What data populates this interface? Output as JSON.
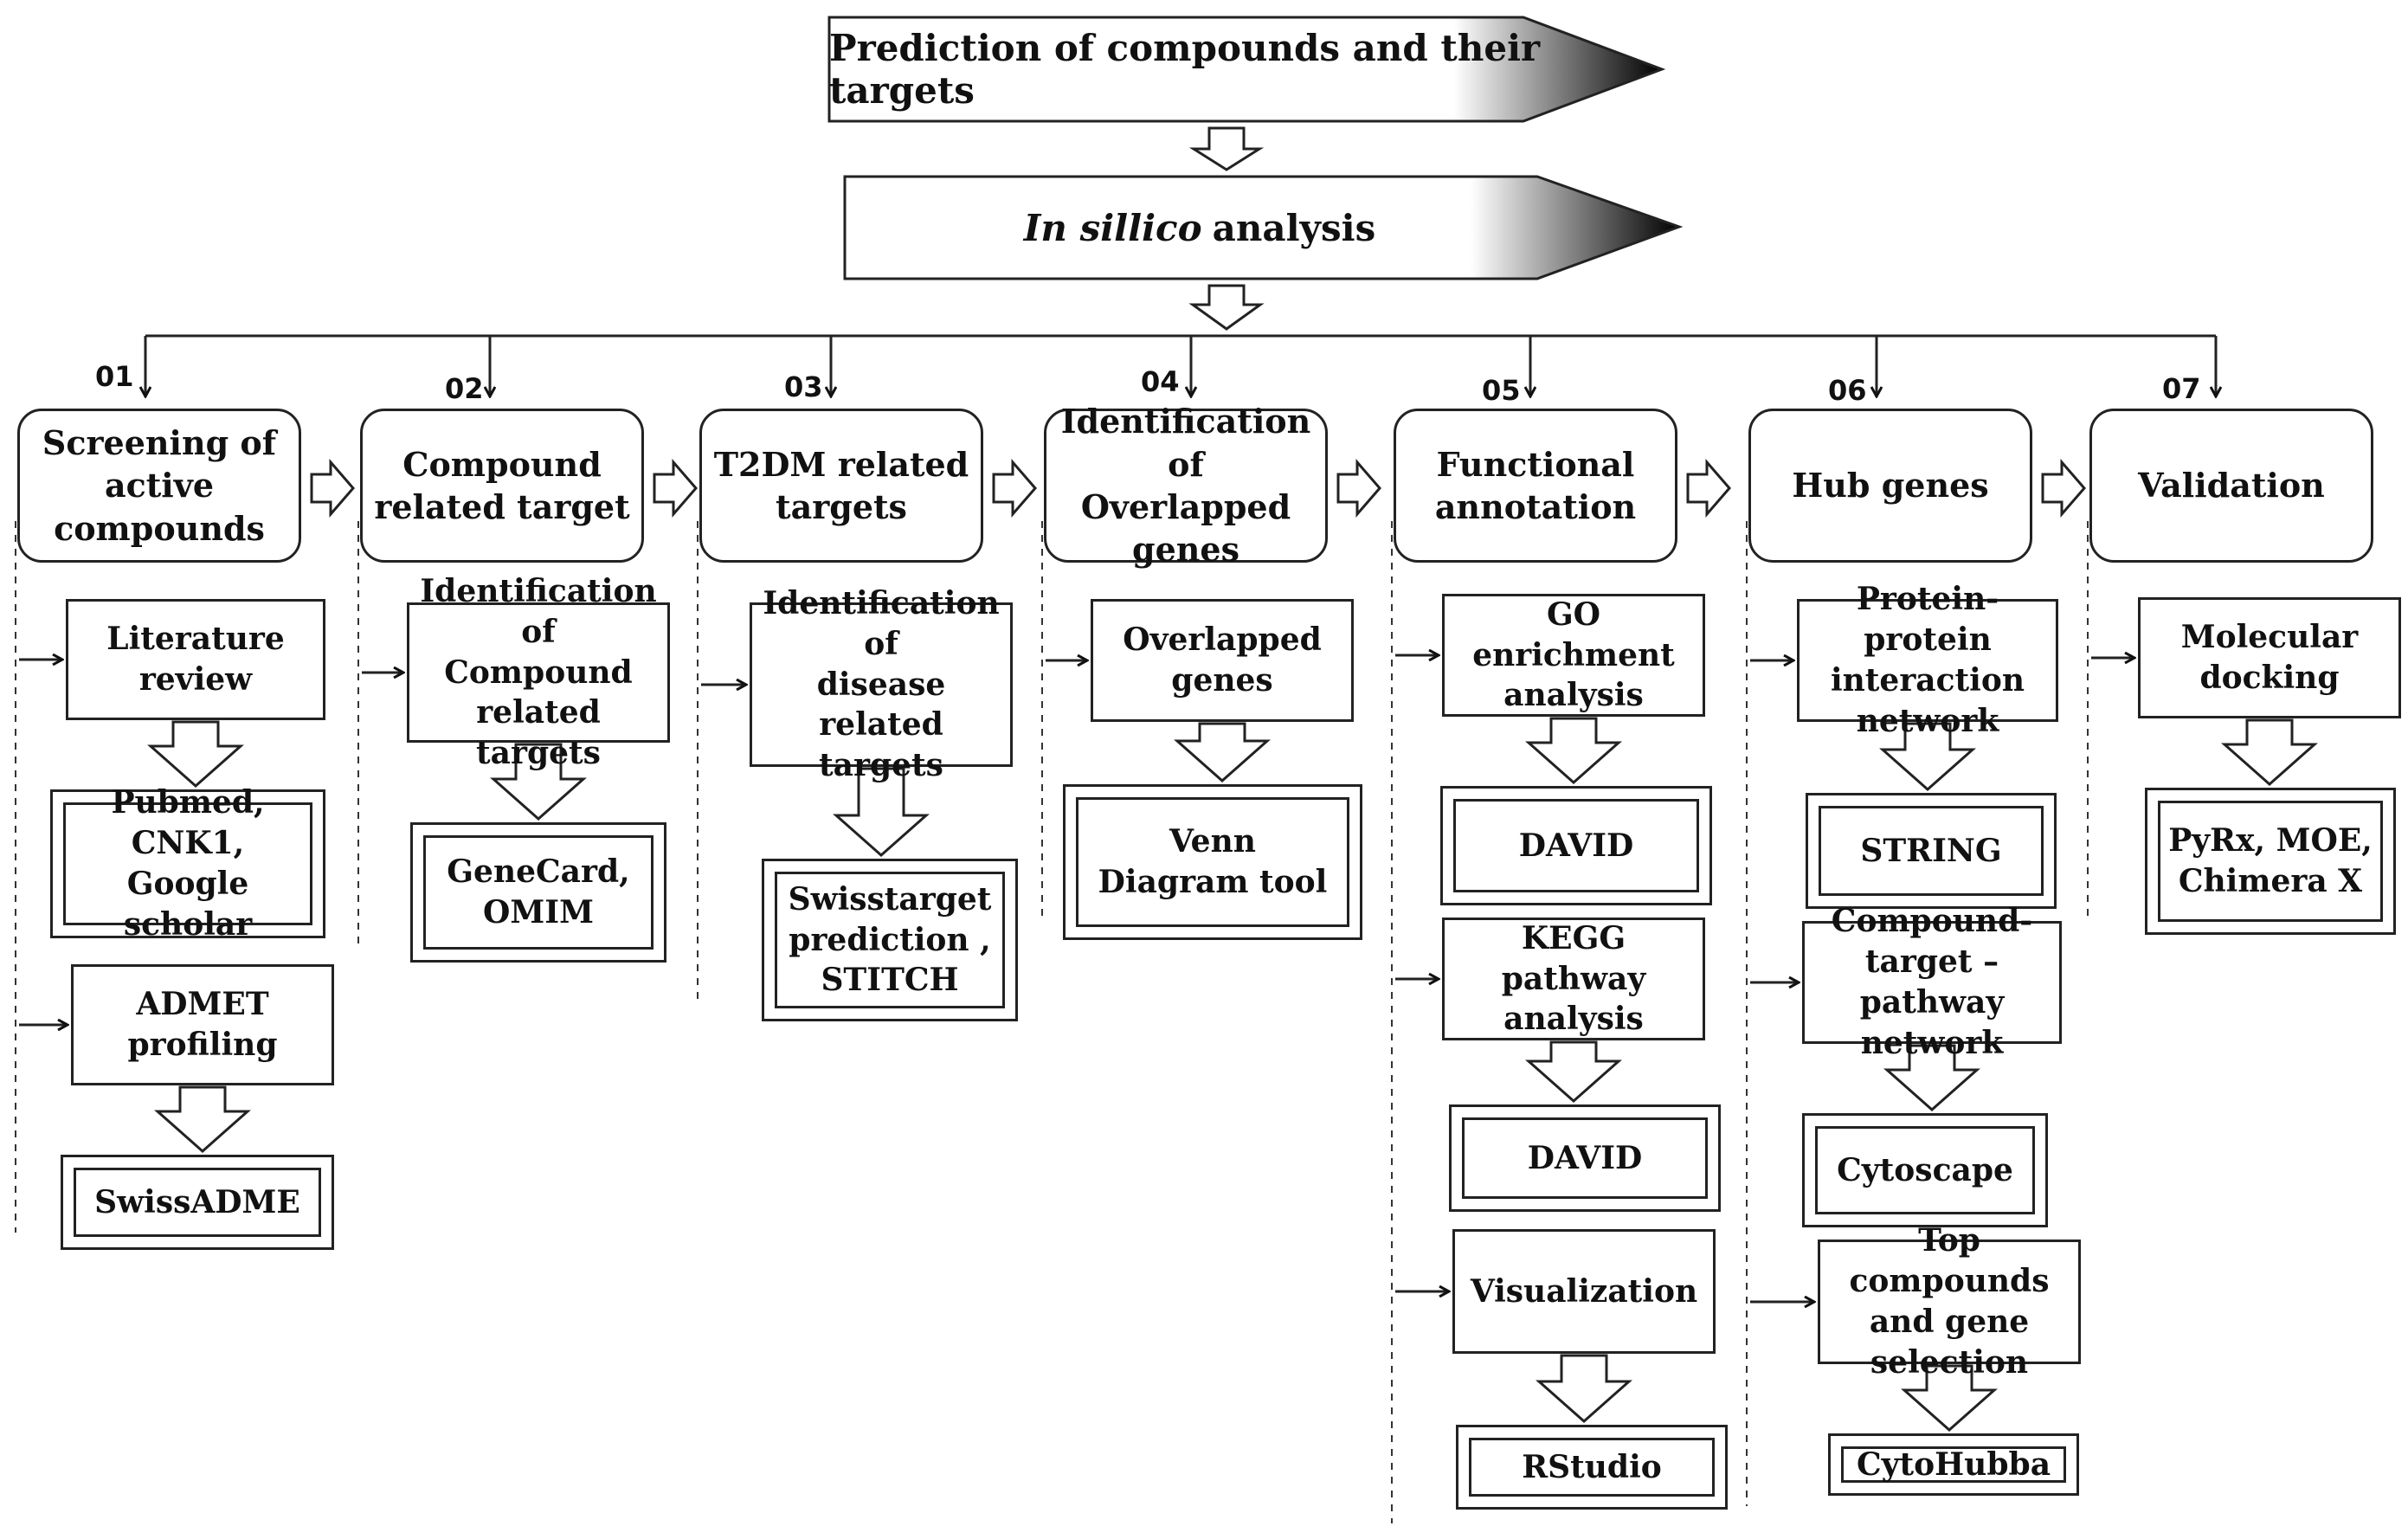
{
  "banners": {
    "top": "Prediction of compounds and their targets",
    "middle_italic": "In sillico",
    "middle_rest": "analysis"
  },
  "columns": [
    {
      "number": "01",
      "header": [
        "Screening of",
        "active",
        "compounds"
      ],
      "steps": [
        {
          "label": [
            "Literature",
            "review"
          ],
          "tool": [
            "Pubmed, CNK1,",
            "Google scholar"
          ]
        },
        {
          "label": [
            "ADMET",
            "profiling"
          ],
          "tool": [
            "SwissADME"
          ]
        }
      ]
    },
    {
      "number": "02",
      "header": [
        "Compound",
        "related target"
      ],
      "steps": [
        {
          "label": [
            "Identification of",
            "Compound",
            "related targets"
          ],
          "tool": [
            "GeneCard,",
            "OMIM"
          ]
        }
      ]
    },
    {
      "number": "03",
      "header": [
        "T2DM related",
        "targets"
      ],
      "steps": [
        {
          "label": [
            "Identification of",
            "disease related",
            "targets"
          ],
          "tool": [
            "Swisstarget",
            "prediction ,",
            "STITCH"
          ]
        }
      ]
    },
    {
      "number": "04",
      "header": [
        "Identification of",
        "Overlapped genes"
      ],
      "steps": [
        {
          "label": [
            "Overlapped",
            "genes"
          ],
          "tool": [
            "Venn",
            "Diagram tool"
          ]
        }
      ]
    },
    {
      "number": "05",
      "header": [
        "Functional",
        "annotation"
      ],
      "steps": [
        {
          "label": [
            "GO enrichment",
            "analysis"
          ],
          "tool": [
            "DAVID"
          ]
        },
        {
          "label": [
            "KEGG pathway",
            "analysis"
          ],
          "tool": [
            "DAVID"
          ]
        },
        {
          "label": [
            "Visualization"
          ],
          "tool": [
            "RStudio"
          ]
        }
      ]
    },
    {
      "number": "06",
      "header": [
        "Hub genes"
      ],
      "steps": [
        {
          "label": [
            "Protein-protein",
            "interaction",
            "network"
          ],
          "tool": [
            "STRING"
          ]
        },
        {
          "label": [
            "Compound-",
            "target –pathway",
            "network"
          ],
          "tool": [
            "Cytoscape"
          ]
        },
        {
          "label": [
            "Top compounds",
            "and gene",
            "selection"
          ],
          "tool": [
            "CytoHubba"
          ]
        }
      ]
    },
    {
      "number": "07",
      "header": [
        "Validation"
      ],
      "steps": [
        {
          "label": [
            "Molecular",
            "docking"
          ],
          "tool": [
            "PyRx, MOE,",
            "Chimera X"
          ]
        }
      ]
    }
  ]
}
